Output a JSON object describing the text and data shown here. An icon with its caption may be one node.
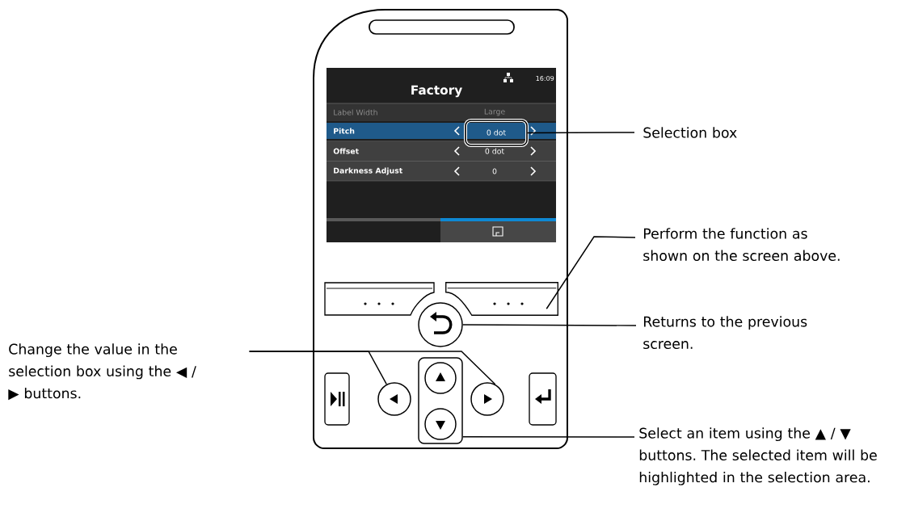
{
  "diagram": {
    "nodes": [
      {
        "text": [
          "Selection box"
        ]
      },
      {
        "text": [
          "Perform the function as shown on the screen above."
        ]
      },
      {
        "text": [
          "Returns to the previous screen."
        ]
      },
      {
        "text": [
          "Change the value in the selection box using the ◀ / ▶ buttons."
        ]
      },
      {
        "text": [
          "Select an item using the ▲ / ▼ buttons. The selected item will be highlighted in the selection area."
        ]
      },
      {
        "text": [],
        "shape": "box"
      },
      {
        "text": [],
        "shape": "box"
      },
      {
        "text": [],
        "shape": "circle"
      },
      {
        "text": [],
        "shape": "circle"
      },
      {
        "text": [],
        "shape": "circle"
      },
      {
        "text": [],
        "shape": "box"
      }
    ],
    "edges": [
      {
        "from": 0,
        "to": 5,
        "arrow": "none"
      },
      {
        "from": 1,
        "to": 6,
        "arrow": "none"
      },
      {
        "from": 2,
        "to": 7,
        "arrow": "none"
      },
      {
        "from": 3,
        "to": 8,
        "arrow": "none"
      },
      {
        "from": 3,
        "to": 9,
        "arrow": "none"
      },
      {
        "from": 4,
        "to": 10,
        "arrow": "none"
      }
    ],
    "labels": [
      "16:09",
      "Factory",
      "Label Width",
      "Large",
      "Pitch",
      "0 dot",
      "Offset",
      "0 dot",
      "Darkness Adjust",
      "0"
    ]
  }
}
